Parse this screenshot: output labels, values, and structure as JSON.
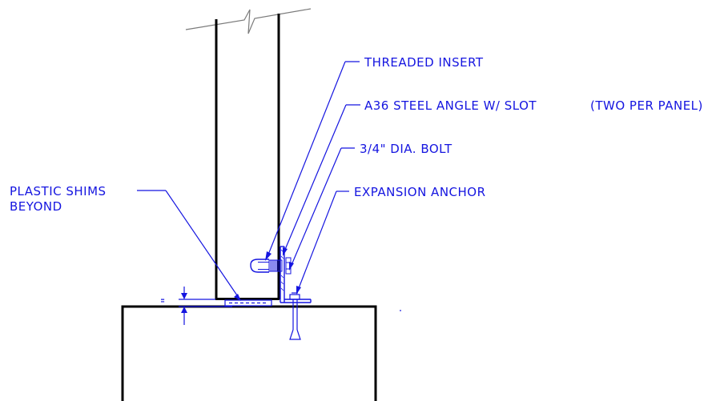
{
  "colors": {
    "structure": "#000000",
    "annotation": "#1515e0",
    "break_line": "#7a7a7a",
    "background": "#ffffff"
  },
  "labels": {
    "threaded_insert": "THREADED INSERT",
    "steel_angle": "A36 STEEL ANGLE W/ SLOT",
    "angle_note": "(TWO PER PANEL)",
    "bolt": "3/4\" DIA. BOLT",
    "expansion_anchor": "EXPANSION ANCHOR",
    "plastic_shims_line1": "PLASTIC SHIMS",
    "plastic_shims_line2": "BEYOND",
    "gap_dimension": "\""
  }
}
